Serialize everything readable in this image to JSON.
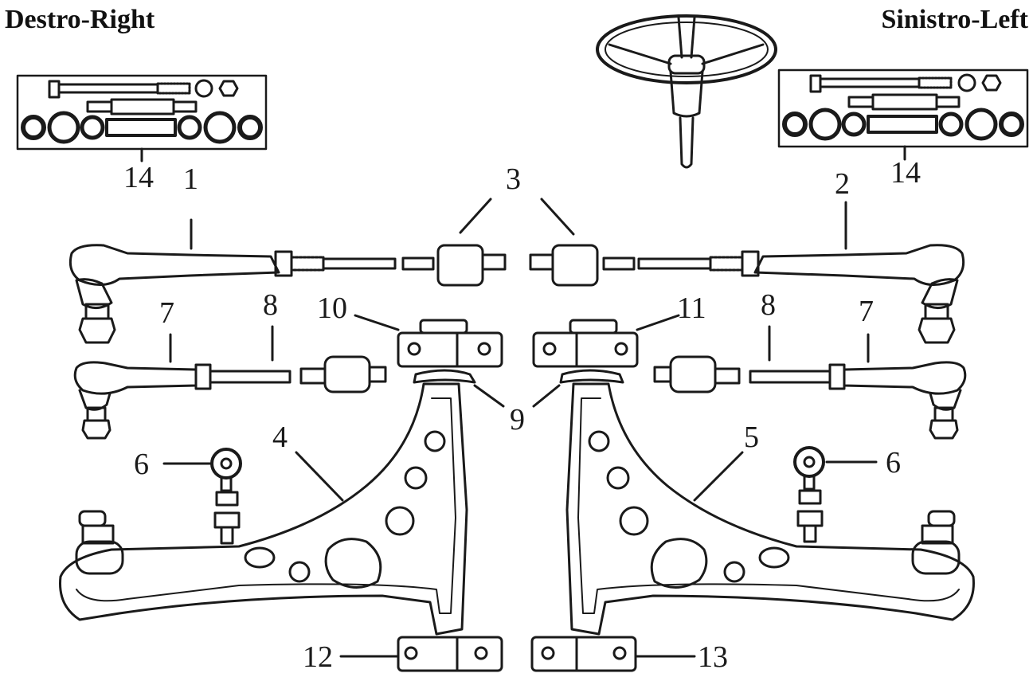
{
  "header": {
    "left_title": "Destro-Right",
    "right_title": "Sinistro-Left"
  },
  "callouts": {
    "n1": "1",
    "n2": "2",
    "n3": "3",
    "n4": "4",
    "n5": "5",
    "n6a": "6",
    "n6b": "6",
    "n7a": "7",
    "n7b": "7",
    "n8a": "8",
    "n8b": "8",
    "n9": "9",
    "n10": "10",
    "n11": "11",
    "n12": "12",
    "n13": "13",
    "n14a": "14",
    "n14b": "14"
  }
}
